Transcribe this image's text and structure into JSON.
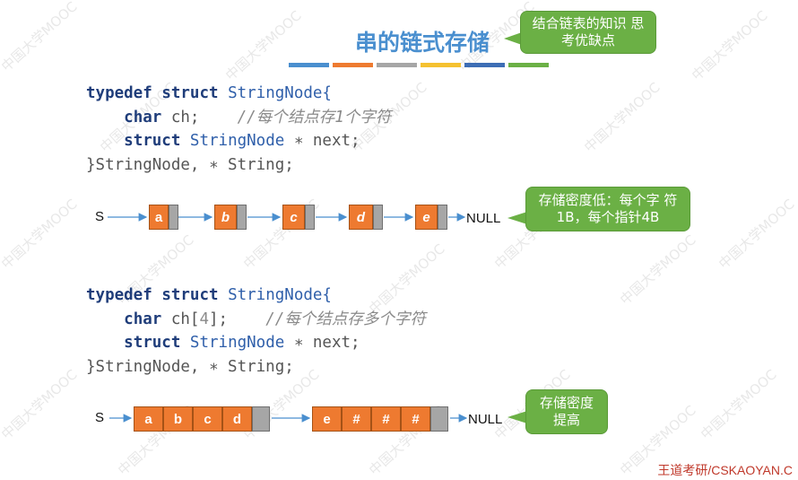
{
  "title": "串的链式存储",
  "title_bar_colors": [
    "#4a8fcf",
    "#ee7a30",
    "#a6a6a6",
    "#f5c130",
    "#3d6db5",
    "#6bb045"
  ],
  "watermark": "中国大学MOOC",
  "callouts": {
    "top": "结合链表的知识 思考优缺点",
    "density_low": "存储密度低：每个字 符1B，每个指针4B",
    "density_high": "存储密度 提高"
  },
  "code1": {
    "line1_kw1": "typedef",
    "line1_kw2": "struct",
    "line1_name": "StringNode{",
    "line2_kw": "char",
    "line2_rest": " ch;",
    "line2_comment": "//每个结点存1个字符",
    "line3_kw": "struct",
    "line3_type": "StringNode",
    "line3_rest": " ∗ next;",
    "line4": "}StringNode, ∗ String;"
  },
  "code2": {
    "line1_kw1": "typedef",
    "line1_kw2": "struct",
    "line1_name": "StringNode{",
    "line2_kw": "char",
    "line2_rest": " ch[",
    "line2_num": "4",
    "line2_close": "];",
    "line2_comment": "//每个结点存多个字符",
    "line3_kw": "struct",
    "line3_type": "StringNode",
    "line3_rest": " ∗ next;",
    "line4": "}StringNode, ∗ String;"
  },
  "list1": {
    "head": "S",
    "nodes": [
      "a",
      "b",
      "c",
      "d",
      "e"
    ],
    "tail": "NULL"
  },
  "list2": {
    "head": "S",
    "node1": [
      "a",
      "b",
      "c",
      "d"
    ],
    "node2": [
      "e",
      "#",
      "#",
      "#"
    ],
    "tail": "NULL"
  },
  "footer": "王道考研/CSKAOYAN.C"
}
